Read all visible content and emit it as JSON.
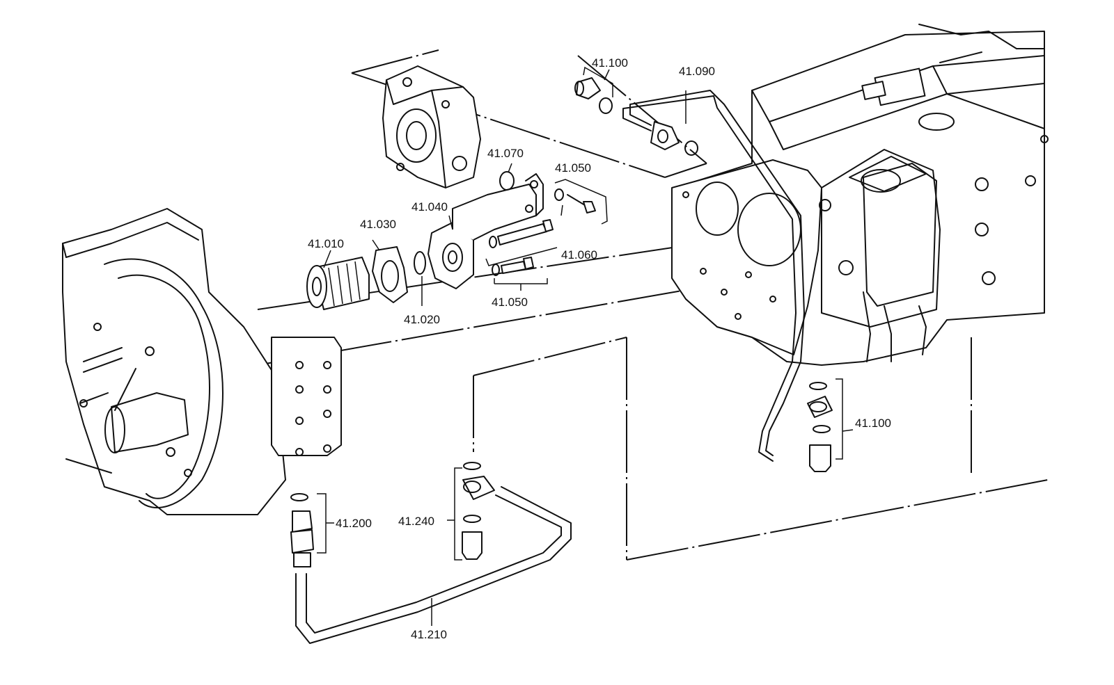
{
  "diagram": {
    "part_labels": [
      "41.100",
      "41.090",
      "41.070",
      "41.050",
      "41.040",
      "41.030",
      "41.010",
      "41.060",
      "41.020",
      "41.050",
      "41.100",
      "41.200",
      "41.240",
      "41.210"
    ]
  }
}
